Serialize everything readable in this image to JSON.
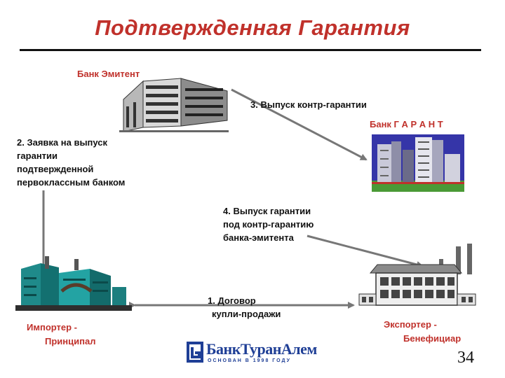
{
  "title": "Подтвержденная Гарантия",
  "nodes": {
    "issuer_bank": "Банк Эмитент",
    "guarantor_bank": "Банк Г А Р А Н Т",
    "importer_line1": "Импортер -",
    "importer_line2": "Принципал",
    "exporter_line1": "Экспортер -",
    "exporter_line2": "Бенефициар"
  },
  "steps": {
    "step1_line1": "1. Договор",
    "step1_line2": "купли-продажи",
    "step2_line1": "2.  Заявка на выпуск",
    "step2_line2": "гарантии",
    "step2_line3": "подтвержденной",
    "step2_line4": "первоклассным банком",
    "step3": "3. Выпуск контр-гарантии",
    "step4_line1": "4. Выпуск гарантии",
    "step4_line2": "под контр-гарантию",
    "step4_line3": "банка-эмитента"
  },
  "logo": {
    "name": "БанкТуранАлем",
    "tagline": "ОСНОВАН В 1998 ГОДУ"
  },
  "page_number": "34",
  "colors": {
    "title": "#c0312b",
    "arrow": "#777777",
    "logo_blue": "#1f3f96"
  }
}
